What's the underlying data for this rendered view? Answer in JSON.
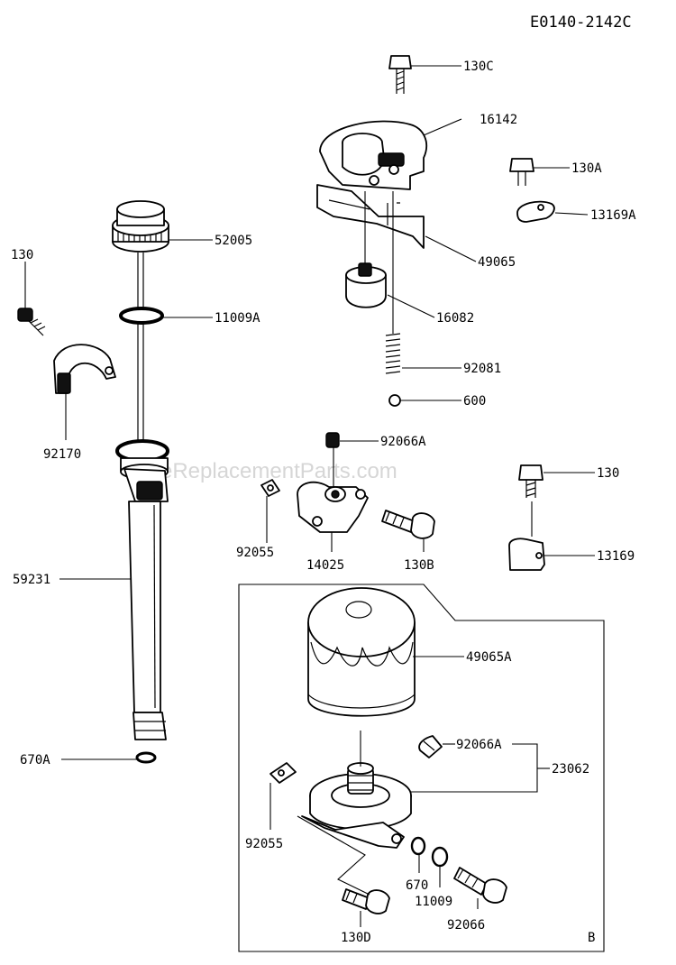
{
  "diagram_code": "E0140-2142C",
  "watermark": "eReplacementParts.com",
  "callouts": {
    "p130c": "130C",
    "p16142": "16142",
    "p130a": "130A",
    "p13169a": "13169A",
    "p49065": "49065",
    "p16082": "16082",
    "p92081": "92081",
    "p600": "600",
    "p52005": "52005",
    "p11009a": "11009A",
    "p130_left": "130",
    "p92170": "92170",
    "p59231": "59231",
    "p670a": "670A",
    "p92066a_top": "92066A",
    "p92055_top": "92055",
    "p14025": "14025",
    "p130b": "130B",
    "p130_right": "130",
    "p13169": "13169",
    "p49065a": "49065A",
    "p92066a_filter": "92066A",
    "p23062": "23062",
    "p92055_filter": "92055",
    "p670": "670",
    "p11009": "11009",
    "p92066": "92066",
    "p130d": "130D",
    "section_b": "B"
  }
}
